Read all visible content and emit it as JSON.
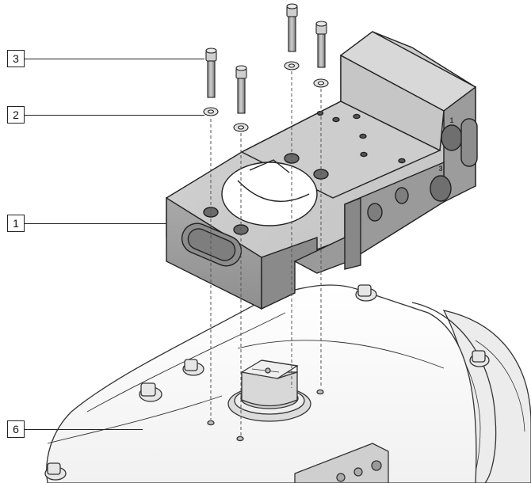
{
  "callouts": [
    {
      "id": "3",
      "label": "3"
    },
    {
      "id": "2",
      "label": "2"
    },
    {
      "id": "1",
      "label": "1"
    },
    {
      "id": "6",
      "label": "6"
    }
  ],
  "port_marks": {
    "port_1": "1",
    "port_3": "3"
  }
}
